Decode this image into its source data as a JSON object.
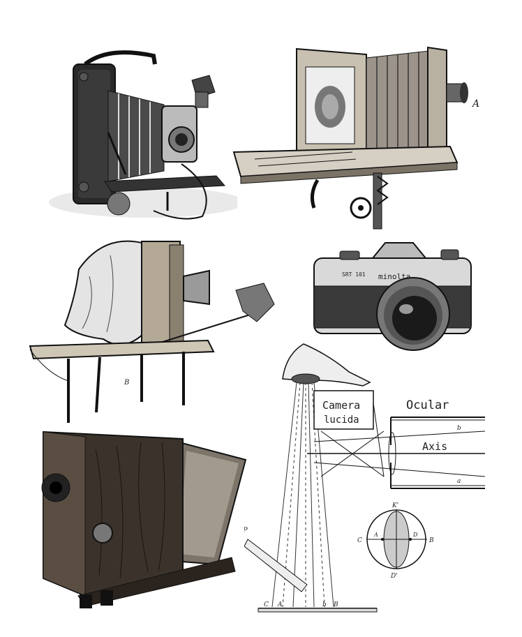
{
  "sheet": {
    "background": "#ffffff",
    "ink": "#1c1c1c"
  },
  "view_camera": {
    "lens_label": "A"
  },
  "slr_camera": {
    "brand": "minolta",
    "model": "SRT 101"
  },
  "studio_camera": {
    "stand_label": "B"
  },
  "camera_lucida_diagram": {
    "title_line1": "Camera",
    "title_line2": "lucida",
    "ocular_label": "Ocular",
    "axis_label": "Axis",
    "ray_label_b": "b",
    "ray_label_a": "a",
    "prism_label": "P",
    "base_label_c": "C",
    "base_label_a": "A",
    "base_label_b": "b",
    "base_label_beta": "B",
    "circle_top": "K'",
    "circle_left": "C",
    "circle_right": "B",
    "circle_bottom": "D'",
    "circle_inner_left": "A",
    "circle_inner_right": "D"
  }
}
